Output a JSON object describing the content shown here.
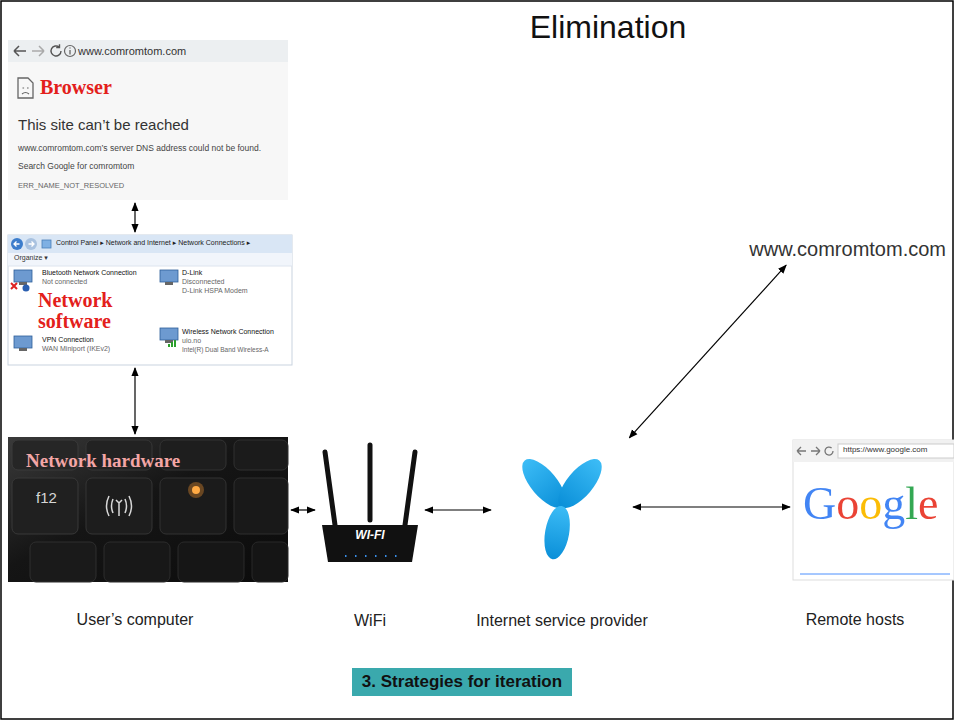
{
  "diagram": {
    "title": "Elimination",
    "caption": "3. Strategies for iteration",
    "nodes": [
      {
        "text": [
          "www.comromtom.com",
          "Browser",
          "This site can’t be reached",
          "www.comromtom.com’s server DNS address could not be found.",
          "Search Google for comromtom",
          "ERR_NAME_NOT_RESOLVED"
        ]
      },
      {
        "text": [
          "Control Panel ▸ Network and Internet ▸ Network Connections ▸",
          "Organize ▾",
          "Bluetooth Network Connection",
          "Not connected",
          "D-Link",
          "Disconnected",
          "D-Link HSPA Modem",
          "Network software",
          "VPN Connection",
          "WAN Miniport (IKEv2)",
          "Wireless Network Connection",
          "uio.no",
          "Intel(R) Dual Band Wireless-A"
        ]
      },
      {
        "text": [
          "Network hardware",
          "f12"
        ]
      },
      {
        "text": [
          "WI-FI",
          "WiFi"
        ]
      },
      {
        "text": [
          "Internet service provider"
        ]
      },
      {
        "text": [
          "www.comromtom.com"
        ]
      },
      {
        "text": [
          "https://www.google.com",
          "Google"
        ]
      }
    ],
    "edges": [
      {
        "from": 0,
        "to": 1,
        "arrow": "both"
      },
      {
        "from": 1,
        "to": 2,
        "arrow": "both"
      },
      {
        "from": 2,
        "to": 3,
        "arrow": "both"
      },
      {
        "from": 3,
        "to": 4,
        "arrow": "both"
      },
      {
        "from": 4,
        "to": 5,
        "arrow": "both"
      },
      {
        "from": 4,
        "to": 6,
        "arrow": "both"
      }
    ],
    "labels": [
      "User’s computer",
      "Remote hosts"
    ]
  }
}
